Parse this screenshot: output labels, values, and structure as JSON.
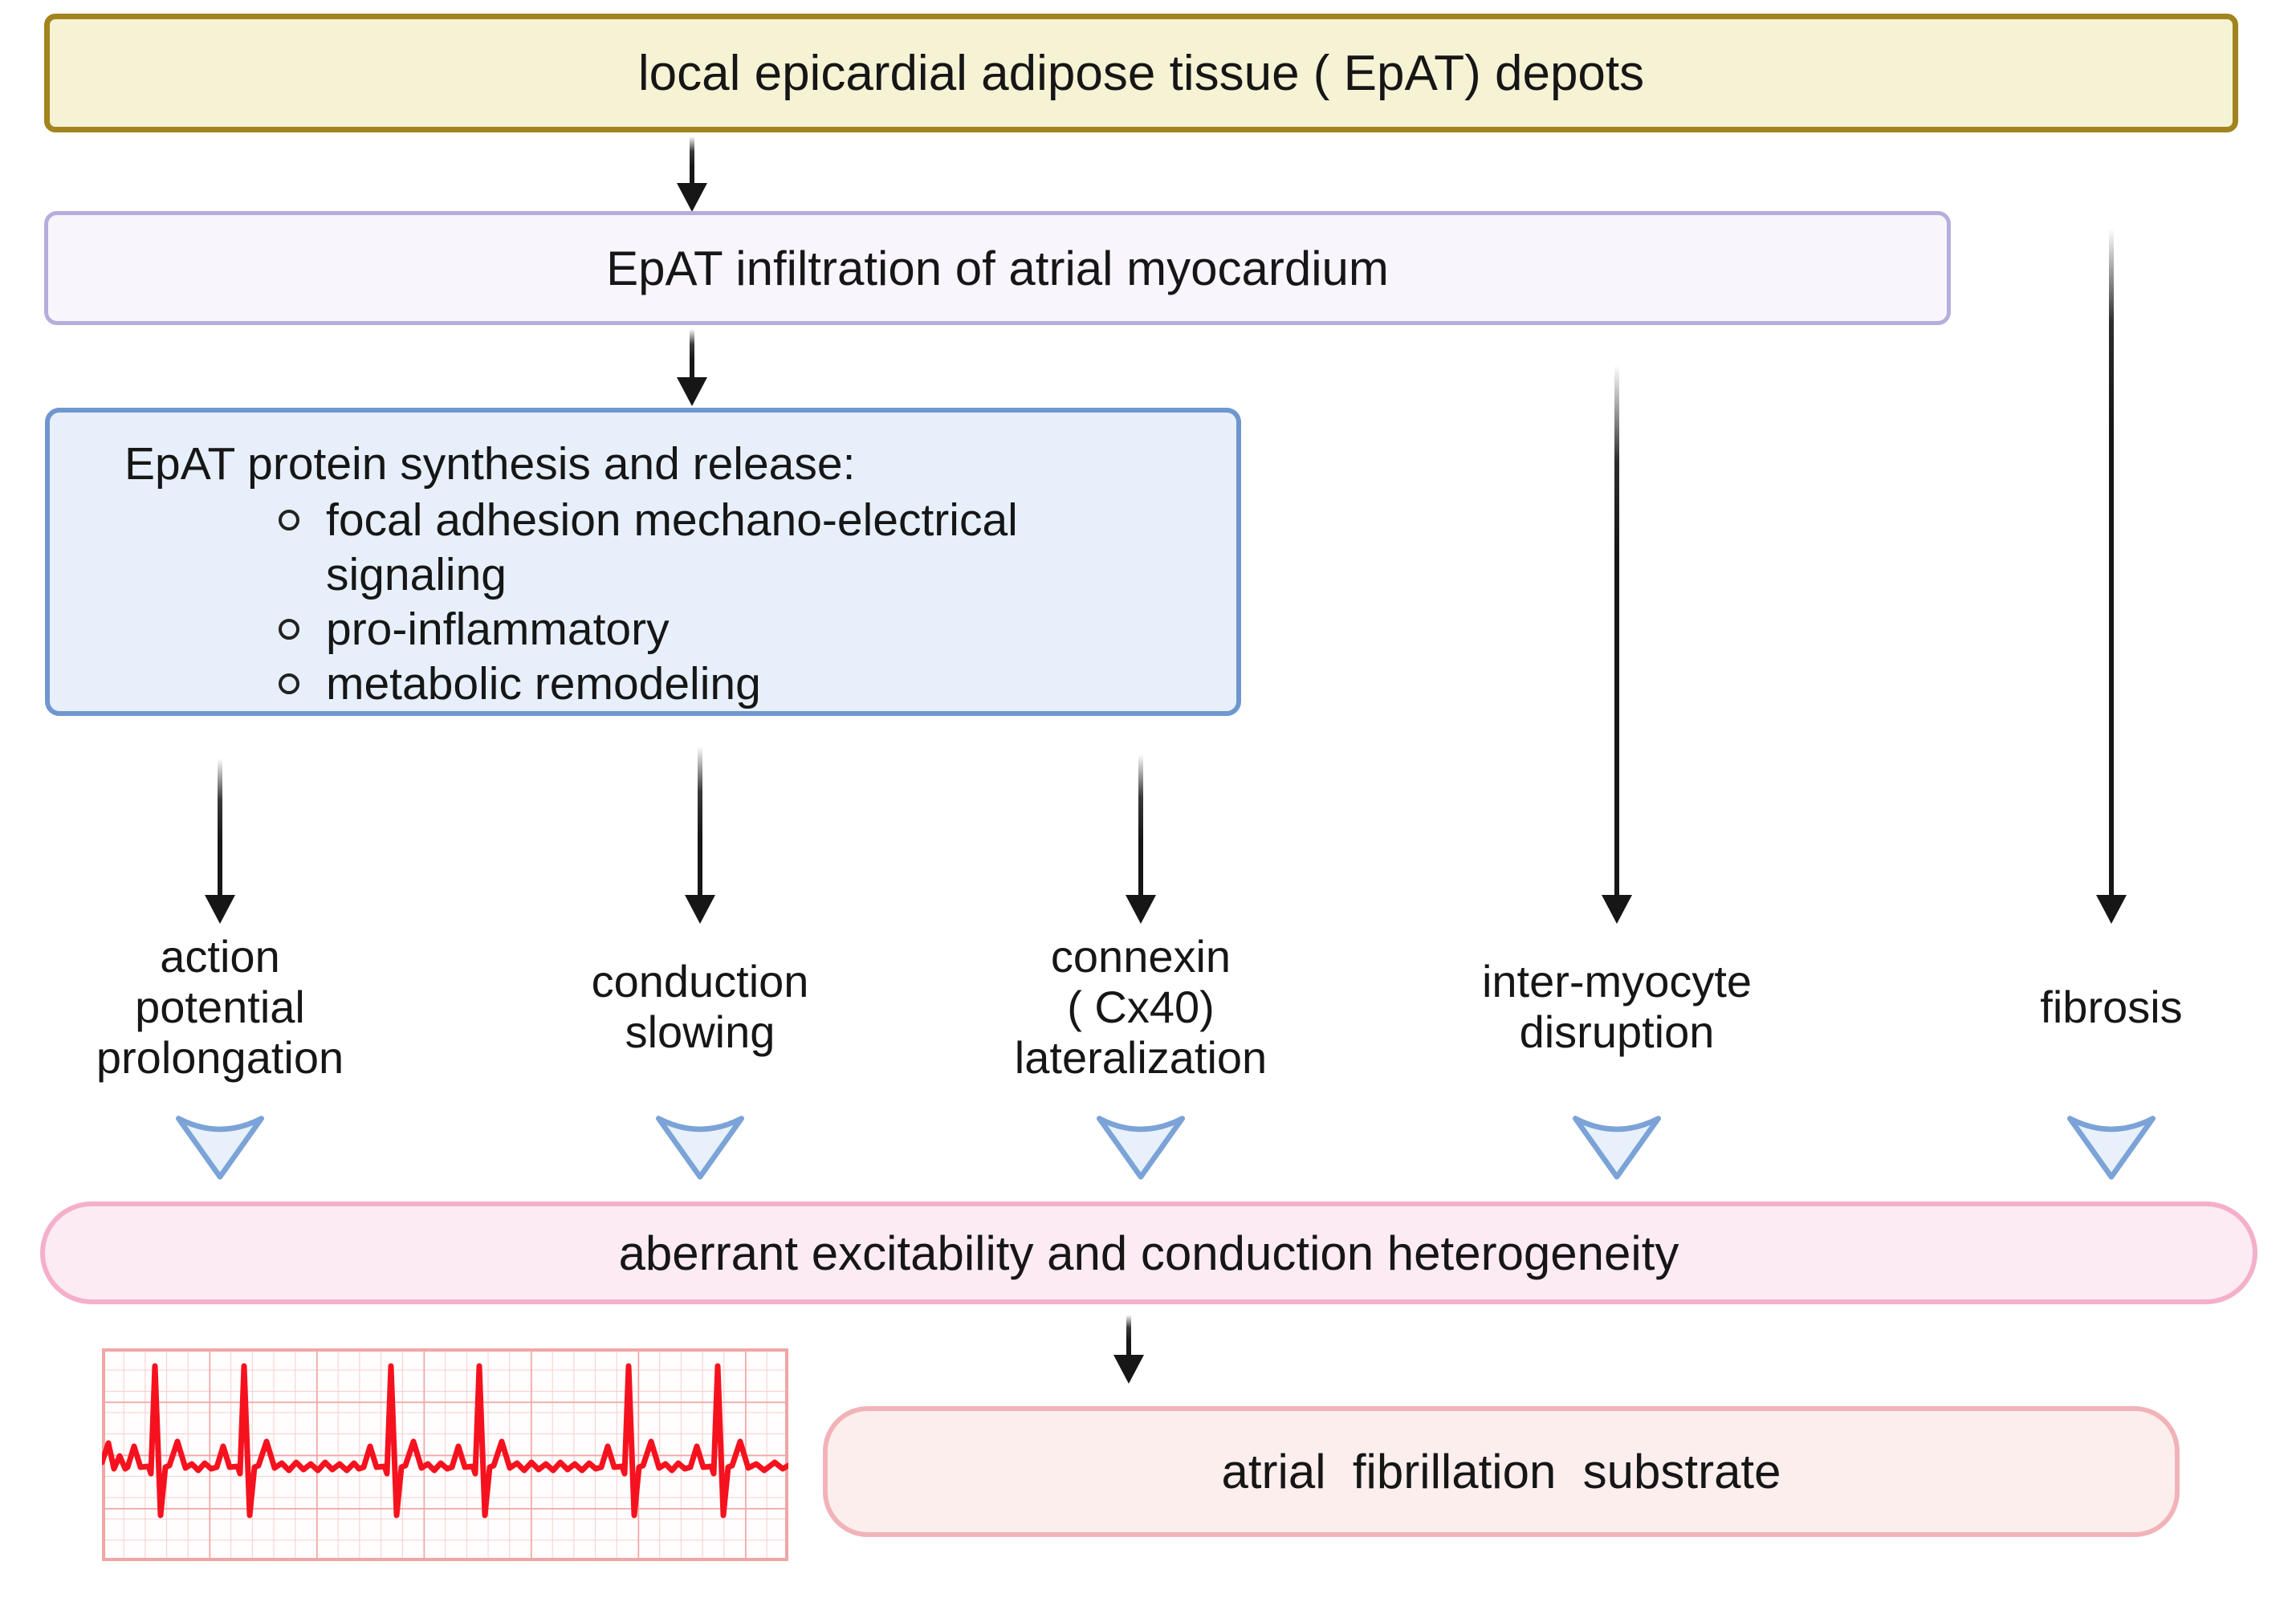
{
  "diagram": {
    "box_top": {
      "label": "local epicardial adipose tissue ( EpAT) depots"
    },
    "box_infiltration": {
      "label": "EpAT infiltration of atrial myocardium"
    },
    "box_synthesis": {
      "header": "EpAT protein synthesis and release:",
      "bullets": [
        "focal adhesion mechano-electrical signaling",
        "pro-inflammatory",
        "metabolic remodeling"
      ]
    },
    "mechanisms": [
      {
        "label": "action potential prolongation",
        "lines": [
          "action",
          "potential",
          "prolongation"
        ]
      },
      {
        "label": "conduction slowing",
        "lines": [
          "conduction",
          "slowing"
        ]
      },
      {
        "label": "connexin ( Cx40) lateralization",
        "lines": [
          "connexin",
          "( Cx40)",
          "lateralization"
        ]
      },
      {
        "label": "inter-myocyte disruption",
        "lines": [
          "inter-myocyte",
          "disruption"
        ]
      },
      {
        "label": "fibrosis",
        "lines": [
          "fibrosis"
        ]
      }
    ],
    "box_aberrant": {
      "label": "aberrant excitability and conduction heterogeneity"
    },
    "box_af": {
      "label": "atrial  fibrillation  substrate"
    },
    "ecg": {
      "name": "ecg-strip"
    },
    "colors": {
      "box_top_fill": "#f6f2d4",
      "box_top_border": "#a2831d",
      "box_infiltration_fill": "#f8f5fc",
      "box_infiltration_border": "#b5addc",
      "box_synthesis_fill": "#e6effa",
      "box_synthesis_border": "#6f96cf",
      "chevron_fill": "#e8f1fb",
      "chevron_border": "#7ba3d7",
      "box_aberrant_fill": "#fcebf3",
      "box_aberrant_border": "#f4afcb",
      "box_af_fill": "#fdeeee",
      "box_af_border": "#f1b3b8",
      "ecg_trace": "#f5121e",
      "ecg_grid_minor": "#f8c9c9",
      "ecg_grid_major": "#f1a5a5",
      "arrow": "#161616"
    }
  }
}
